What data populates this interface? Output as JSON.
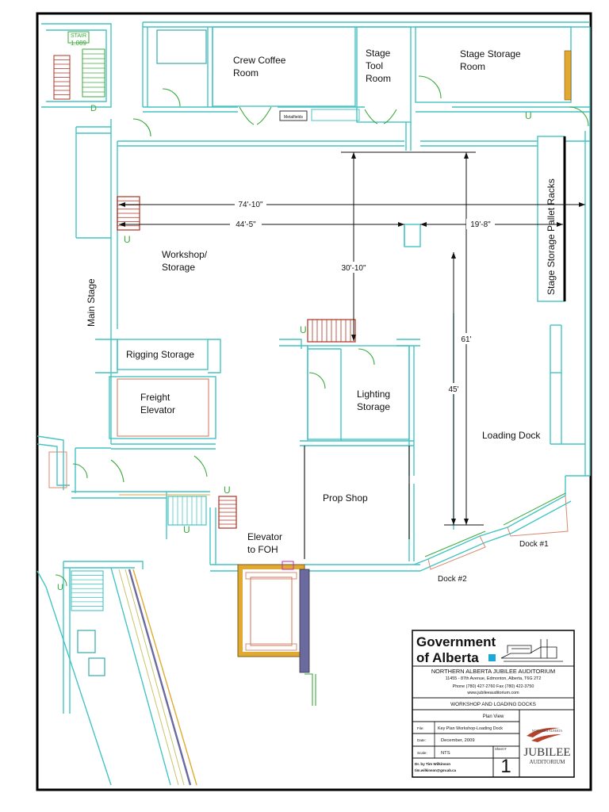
{
  "stair": {
    "label": "STAIR",
    "number": "1.089"
  },
  "rooms": {
    "crew_coffee": [
      "Crew Coffee",
      "Room"
    ],
    "stage_tool": [
      "Stage",
      "Tool",
      "Room"
    ],
    "stage_storage_room": [
      "Stage Storage",
      "Room"
    ],
    "workshop": [
      "Workshop/",
      "Storage"
    ],
    "main_stage": "Main Stage",
    "pallet_racks": "Stage Storage Pallet Racks",
    "rigging": "Rigging Storage",
    "freight": [
      "Freight",
      "Elevator"
    ],
    "lighting": [
      "Lighting",
      "Storage"
    ],
    "loading_dock": "Loading Dock",
    "prop_shop": "Prop Shop",
    "elevator_foh": [
      "Elevator",
      "to FOH"
    ],
    "dock1": "Dock #1",
    "dock2": "Dock #2",
    "metal_tag": "Metalfields"
  },
  "dimensions": {
    "d1": "74'-10\"",
    "d2": "44'-5\"",
    "d3": "19'-8\"",
    "d4": "30'-10\"",
    "d5": "61'",
    "d6": "45'"
  },
  "title_block": {
    "gov_line1": "Government",
    "gov_line2": "of Alberta",
    "org": "NORTHERN ALBERTA JUBILEE AUDITORIUM",
    "address": "11455 - 87th Avenue, Edmonton, Alberta, T6G 2T2",
    "phone": "Phone (780) 427-2760 Fax (780) 422-3750",
    "web": "www.jubileeauditorium.com",
    "drawing_title": "WORKSHOP AND LOADING DOCKS",
    "view": "Plan View",
    "file_label": "File:",
    "file": "Key Plan Workshop-Loading Dock",
    "date_label": "Date:",
    "date": "December, 2009",
    "scale_label": "Scale:",
    "scale": "NTS",
    "sheet_label": "Sheet #",
    "sheet": "1",
    "drawn_by": "Dr. by Tim Wilkinson",
    "email": "tim.wilkinson@gov.ab.ca",
    "logo_small": "NORTHERN ALBERTA",
    "logo_big": "JUBILEE",
    "logo_sub": "AUDITORIUM"
  },
  "colors": {
    "wall": "#44c4c4",
    "door": "#3aaa3a",
    "stair": "#b03020",
    "accent": "#e0aa30",
    "gov_square": "#1aa8d8"
  }
}
